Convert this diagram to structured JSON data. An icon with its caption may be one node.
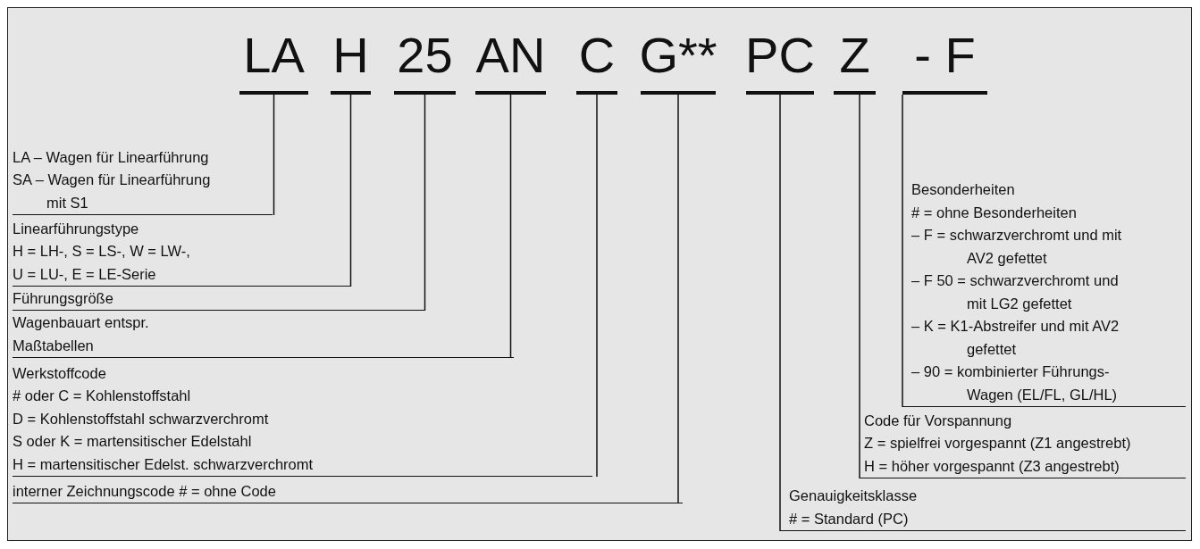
{
  "diagram": {
    "nodes": [
      {
        "text": [
          "LA"
        ]
      },
      {
        "text": [
          "H"
        ]
      },
      {
        "text": [
          "25"
        ]
      },
      {
        "text": [
          "AN"
        ]
      },
      {
        "text": [
          "C"
        ]
      },
      {
        "text": [
          "G**"
        ]
      },
      {
        "text": [
          "PC"
        ]
      },
      {
        "text": [
          "Z"
        ]
      },
      {
        "text": [
          "- F"
        ]
      },
      {
        "text": [
          "LA – Wagen für Linearführung",
          "SA – Wagen für Linearführung mit S1"
        ]
      },
      {
        "text": [
          "Linearführungstype",
          "H = LH-, S = LS-, W = LW-,",
          "U = LU-, E = LE-Serie"
        ]
      },
      {
        "text": [
          "Führungsgröße"
        ]
      },
      {
        "text": [
          "Wagenbauart entspr. Maßtabellen"
        ]
      },
      {
        "text": [
          "Werkstoffcode",
          "# oder C = Kohlenstoffstahl",
          "D = Kohlenstoffstahl schwarzverchromt",
          "S oder K = martensitischer Edelstahl",
          "H = martensitischer Edelst. schwarzverchromt"
        ]
      },
      {
        "text": [
          "interner Zeichnungscode # = ohne Code"
        ]
      },
      {
        "text": [
          "Besonderheiten",
          "# = ohne Besonderheiten",
          "– F = schwarzverchromt und mit AV2 gefettet",
          "– F 50 = schwarzverchromt und mit LG2 gefettet",
          "– K = K1-Abstreifer und mit AV2 gefettet",
          "– 90 = kombinierter Führungs-Wagen (EL/FL, GL/HL)"
        ]
      },
      {
        "text": [
          "Code für Vorspannung",
          "Z = spielfrei vorgespannt (Z1 angestrebt)",
          "H = höher vorgespannt (Z3 angestrebt)"
        ]
      },
      {
        "text": [
          "Genauigkeitsklasse",
          "# = Standard (PC)"
        ]
      }
    ],
    "edges": [
      {
        "from": 0,
        "to": 9,
        "arrow": "none"
      },
      {
        "from": 1,
        "to": 10,
        "arrow": "none"
      },
      {
        "from": 2,
        "to": 11,
        "arrow": "none"
      },
      {
        "from": 3,
        "to": 12,
        "arrow": "none"
      },
      {
        "from": 4,
        "to": 13,
        "arrow": "none"
      },
      {
        "from": 5,
        "to": 14,
        "arrow": "none"
      },
      {
        "from": 6,
        "to": 17,
        "arrow": "none"
      },
      {
        "from": 7,
        "to": 16,
        "arrow": "none"
      },
      {
        "from": 8,
        "to": 15,
        "arrow": "none"
      }
    ]
  }
}
